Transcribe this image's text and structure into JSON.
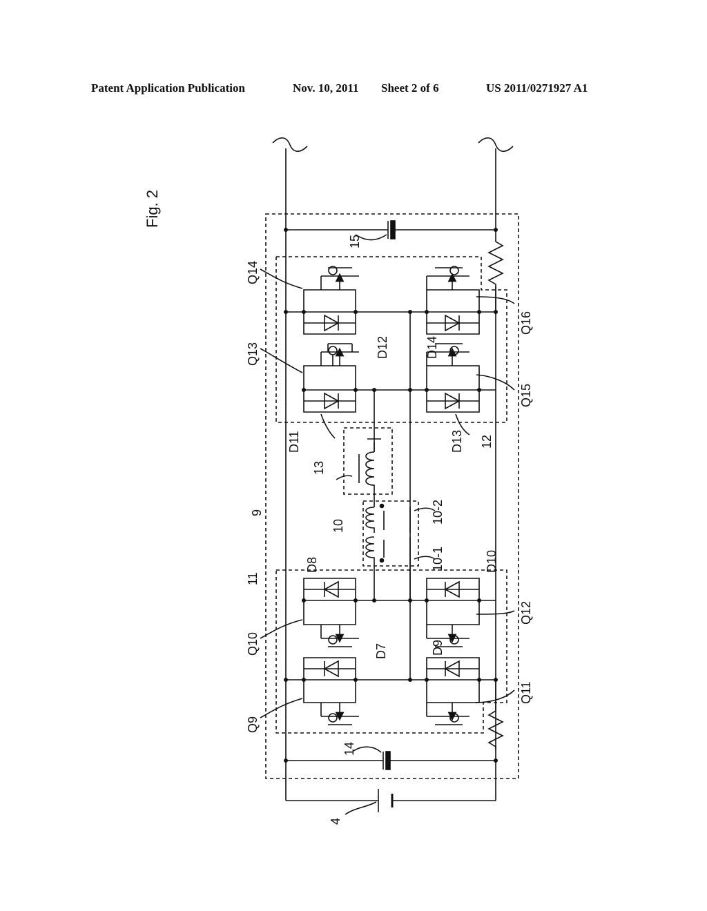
{
  "header": {
    "publication": "Patent Application Publication",
    "date": "Nov. 10, 2011",
    "sheet": "Sheet 2 of 6",
    "number": "US 2011/0271927 A1"
  },
  "figure": {
    "title": "Fig. 2",
    "labels": {
      "block_9": "9",
      "bridge_11": "11",
      "bridge_12": "12",
      "inductor_13": "13",
      "capacitor_14": "14",
      "capacitor_15": "15",
      "battery_4": "4",
      "transformer_10": "10",
      "winding_10_1": "10-1",
      "winding_10_2": "10-2",
      "q9": "Q9",
      "q10": "Q10",
      "q11": "Q11",
      "q12": "Q12",
      "q13": "Q13",
      "q14": "Q14",
      "q15": "Q15",
      "q16": "Q16",
      "d7": "D7",
      "d8": "D8",
      "d9": "D9",
      "d10": "D10",
      "d11": "D11",
      "d12": "D12",
      "d13": "D13",
      "d14": "D14"
    }
  }
}
